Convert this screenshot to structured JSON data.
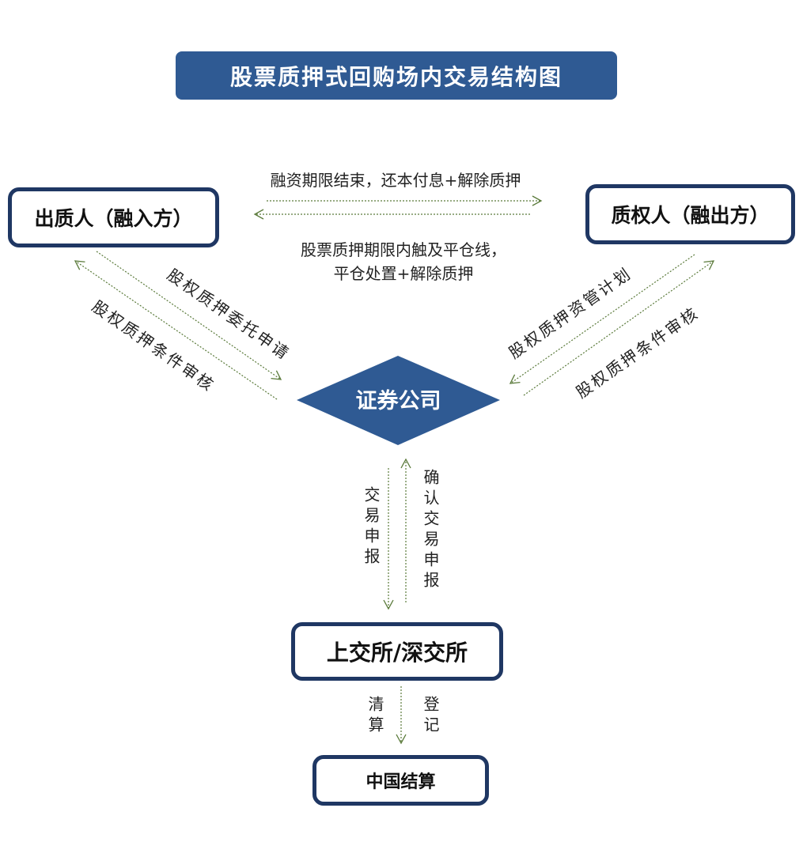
{
  "title": "股票质押式回购场内交易结构图",
  "nodes": {
    "pledgor": "出质人（融入方）",
    "pledgee": "质权人（融出方）",
    "broker": "证券公司",
    "exchange": "上交所/深交所",
    "clearing": "中国结算"
  },
  "edges": {
    "top_label": "融资期限结束，还本付息+解除质押",
    "bottom_label_line1": "股票质押期限内触及平仓线，",
    "bottom_label_line2": "平仓处置+解除质押",
    "left_to_broker": "股权质押委托申请",
    "broker_to_left": "股权质押条件审核",
    "right_to_broker": "股权质押资管计划",
    "broker_to_right": "股权质押条件审核",
    "trade_report": "交易申报",
    "confirm_report": "确认交易申报",
    "clearing_label": "清算",
    "registration_label": "登记"
  },
  "colors": {
    "navy": "#2f5a93",
    "border": "#1f3763",
    "arrow": "#5a7a3a"
  }
}
